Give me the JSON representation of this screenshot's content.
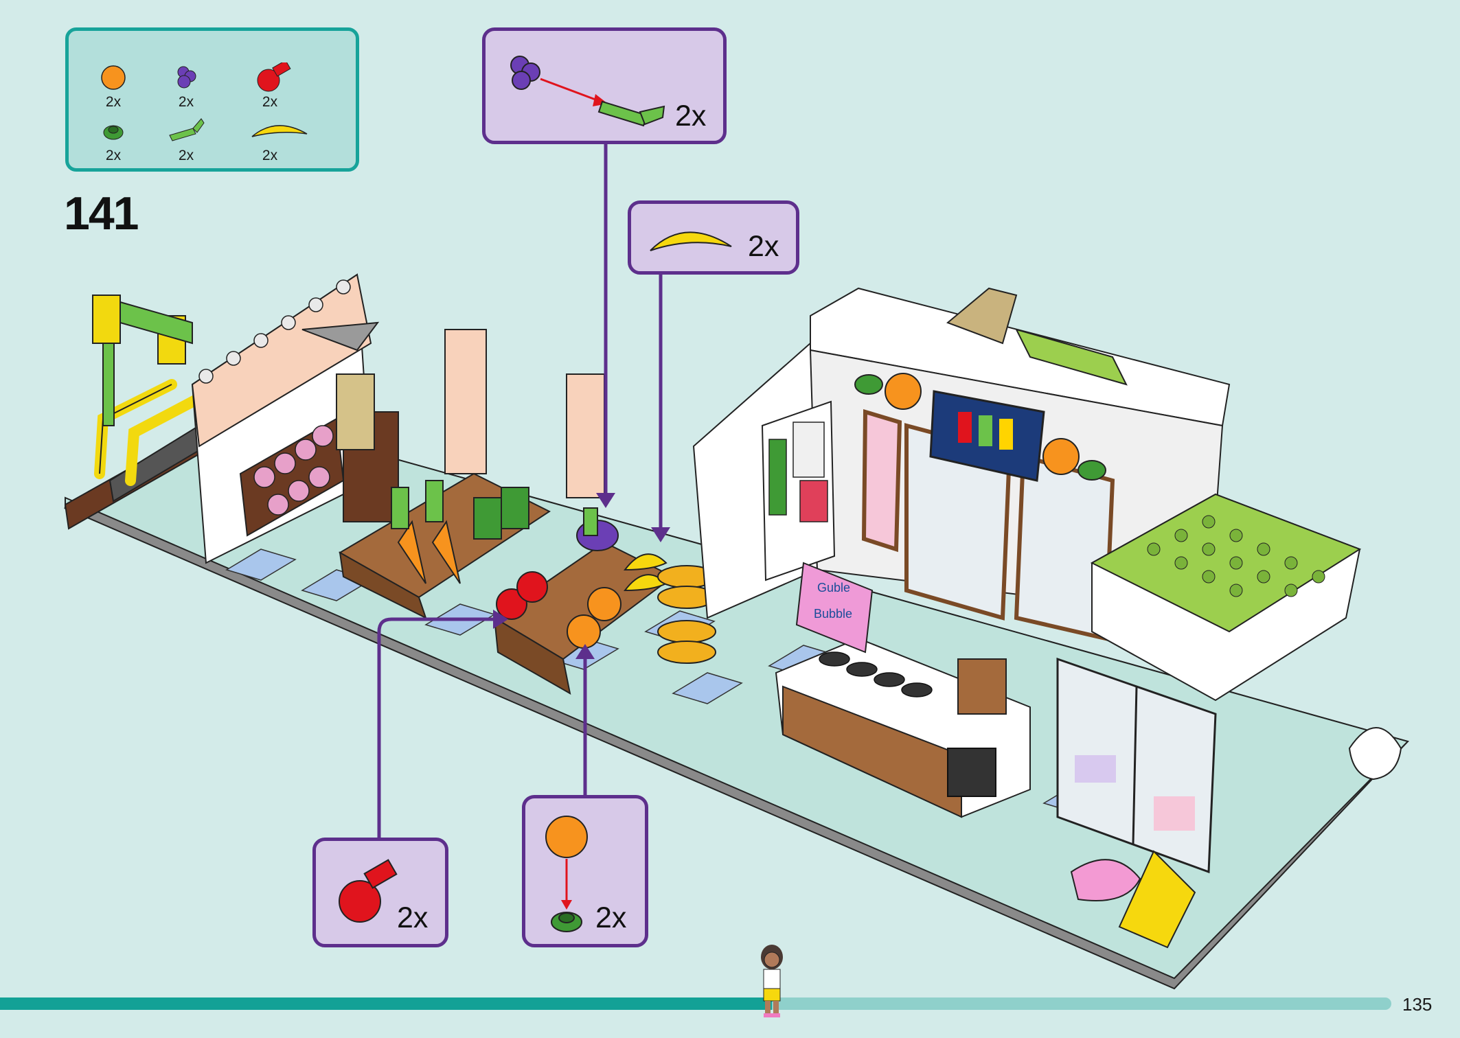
{
  "step_number": "141",
  "page_number": "135",
  "progress": 0.555,
  "parts_list": [
    {
      "icon": "orange-fruit-icon",
      "qty": "2x",
      "color": "#f7931e"
    },
    {
      "icon": "grapes-icon",
      "qty": "2x",
      "color": "#6b3fb5"
    },
    {
      "icon": "apple-icon",
      "qty": "2x",
      "color": "#e0141d"
    },
    {
      "icon": "green-round-plate-icon",
      "qty": "2x",
      "color": "#3f9a35"
    },
    {
      "icon": "green-stem-icon",
      "qty": "2x",
      "color": "#6cc24a"
    },
    {
      "icon": "banana-icon",
      "qty": "2x",
      "color": "#f6d80e"
    }
  ],
  "callouts": {
    "grapes_stem": {
      "qty": "2x"
    },
    "banana": {
      "qty": "2x"
    },
    "apple": {
      "qty": "2x"
    },
    "orange_plate": {
      "qty": "2x"
    }
  },
  "store_sign": {
    "label_top": "Guble",
    "label_bottom": "Bubble"
  },
  "colors": {
    "background": "#d3ebe9",
    "accent_teal": "#13a196",
    "callout_border": "#5d2f8c",
    "callout_fill": "#d7c9e8",
    "parts_fill": "#b3dfdb"
  }
}
